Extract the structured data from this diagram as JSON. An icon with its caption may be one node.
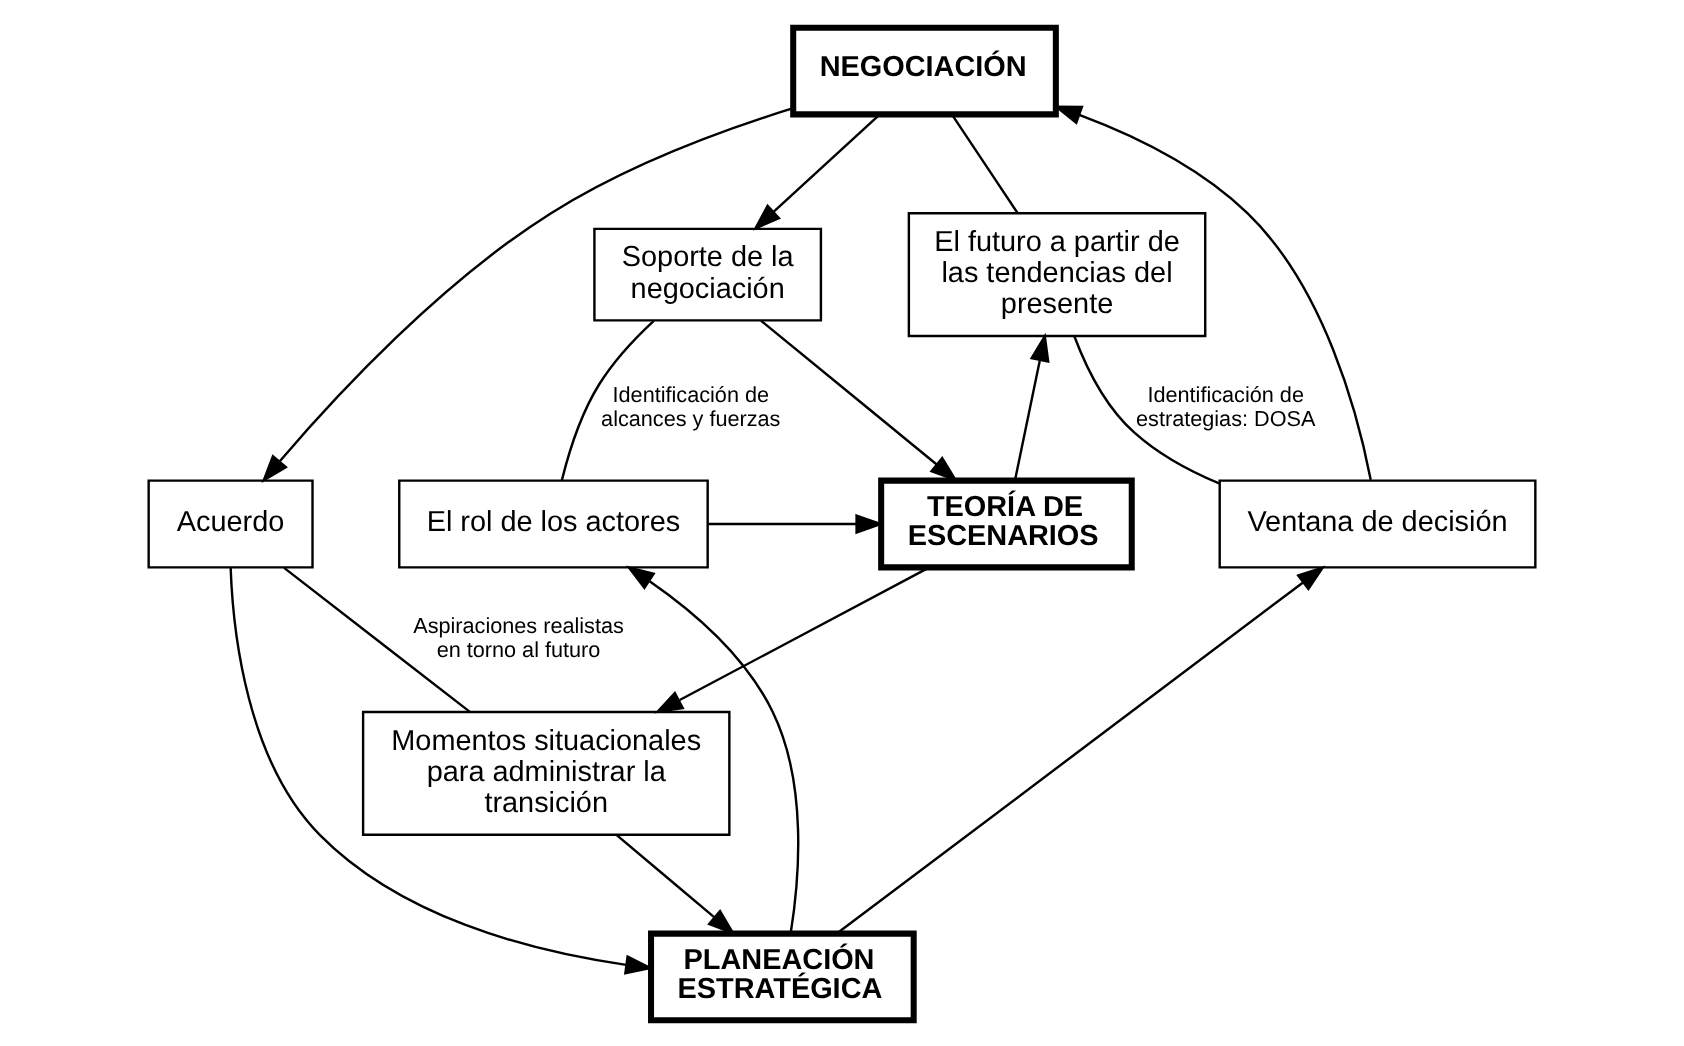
{
  "diagram": {
    "nodes": [
      {
        "text": [
          "NEGOCIACIÓN"
        ]
      },
      {
        "text": [
          "El futuro a partir de las tendencias del presente"
        ]
      },
      {
        "text": [
          "Soporte de la negociación"
        ]
      },
      {
        "text": [
          "Ventana de decisión"
        ]
      },
      {
        "text": [
          "Acuerdo"
        ]
      },
      {
        "text": [
          "TEORÍA DE ESCENARIOS"
        ]
      },
      {
        "text": [
          "El rol de los actores"
        ]
      },
      {
        "text": [
          "Momentos situacionales para administrar la transición"
        ]
      },
      {
        "text": [
          "PLANEACIÓN ESTRATÉGICA"
        ]
      }
    ],
    "edges": [
      {
        "from": 1,
        "to": 0,
        "arrow": "none"
      },
      {
        "from": 0,
        "to": 2,
        "arrow": "to"
      },
      {
        "from": 0,
        "to": 4,
        "arrow": "to"
      },
      {
        "from": 2,
        "to": 5,
        "arrow": "to"
      },
      {
        "from": 2,
        "to": 6,
        "arrow": "none",
        "label": "Identificación de alcances y fuerzas"
      },
      {
        "from": 5,
        "to": 1,
        "arrow": "to"
      },
      {
        "from": 6,
        "to": 5,
        "arrow": "to"
      },
      {
        "from": 5,
        "to": 7,
        "arrow": "to"
      },
      {
        "from": 1,
        "to": 3,
        "arrow": "none",
        "label": "Identificación de estrategias: DOSA"
      },
      {
        "from": 3,
        "to": 0,
        "arrow": "to"
      },
      {
        "from": 4,
        "to": 7,
        "arrow": "none",
        "label": "Aspiraciones realistas en torno al futuro"
      },
      {
        "from": 7,
        "to": 8,
        "arrow": "to"
      },
      {
        "from": 4,
        "to": 8,
        "arrow": "to"
      },
      {
        "from": 8,
        "to": 6,
        "arrow": "to"
      },
      {
        "from": 8,
        "to": 3,
        "arrow": "to"
      }
    ]
  }
}
